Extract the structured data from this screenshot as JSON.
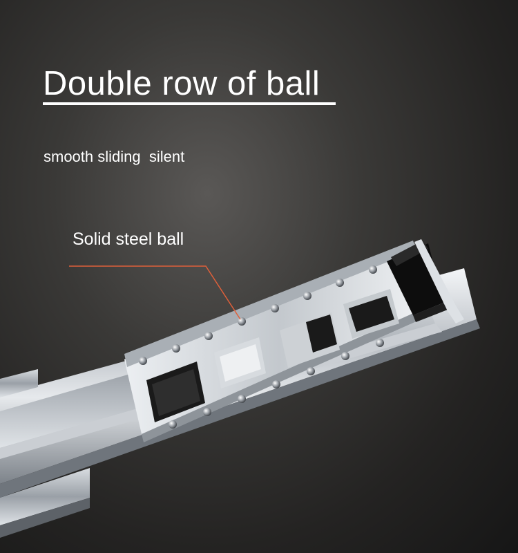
{
  "headline": "Double row of ball",
  "subtitle": "smooth sliding  silent",
  "callout": "Solid steel ball",
  "colors": {
    "background": "#2a2928",
    "text": "#ffffff",
    "leader_line": "#e0603a",
    "steel": "#c8ccd0",
    "plastic_stop": "#0d0d0d"
  }
}
